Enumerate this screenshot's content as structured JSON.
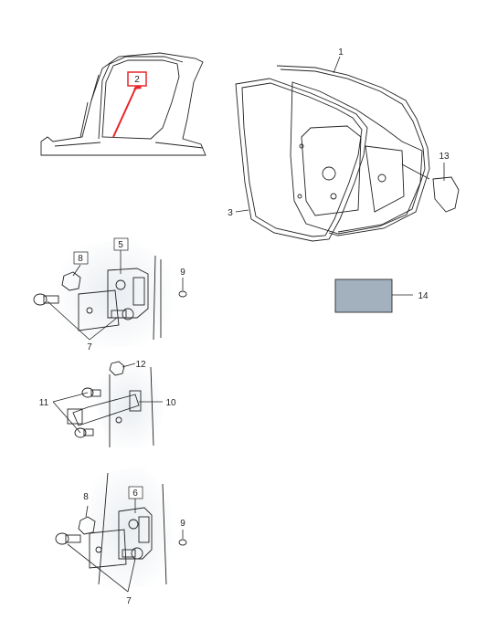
{
  "callouts": {
    "c1": "1",
    "c2": "2",
    "c3": "3",
    "c5": "5",
    "c6": "6",
    "c7a": "7",
    "c7b": "7",
    "c8a": "8",
    "c8b": "8",
    "c9a": "9",
    "c9b": "9",
    "c10": "10",
    "c11": "11",
    "c12": "12",
    "c13": "13",
    "c14": "14"
  },
  "colors": {
    "highlight": "#e8262a",
    "part_fill": "#c9d3dc",
    "part_stroke": "#2b2b2b",
    "background_shade": "#e4e9ee",
    "label_box": "#a3b1bf"
  }
}
